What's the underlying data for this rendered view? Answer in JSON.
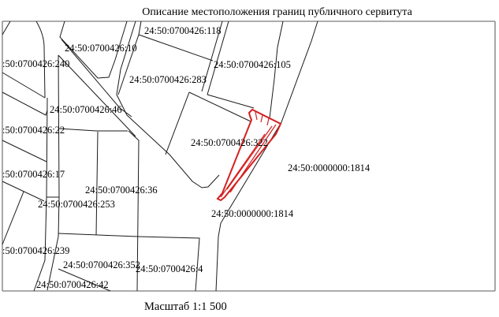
{
  "title": "Описание местоположения границ публичного сервитута",
  "scale_label": "Масштаб 1:1 500",
  "colors": {
    "parcel_line": "#1a1a1a",
    "frame": "#7a7a7a",
    "servitude_boundary": "#d42020"
  },
  "parcels": [
    {
      "id": "p118",
      "label": "24:50:0700426:118"
    },
    {
      "id": "p10",
      "label": "24:50:0700426:10"
    },
    {
      "id": "p240",
      "label": ":50:0700426:240"
    },
    {
      "id": "p105",
      "label": "24:50:0700426:105"
    },
    {
      "id": "p283",
      "label": "24:50:0700426:283"
    },
    {
      "id": "p46",
      "label": "24:50:0700426:46"
    },
    {
      "id": "p22",
      "label": ":50:0700426:22"
    },
    {
      "id": "p322",
      "label": "24:50:0700426:322"
    },
    {
      "id": "p1814a",
      "label": "24:50:0000000:1814"
    },
    {
      "id": "p17",
      "label": ":50:0700426:17"
    },
    {
      "id": "p36",
      "label": "24:50:0700426:36"
    },
    {
      "id": "p253",
      "label": "24:50:0700426:253"
    },
    {
      "id": "p1814b",
      "label": "24:50:0000000:1814"
    },
    {
      "id": "p239",
      "label": ":50:0700426:239"
    },
    {
      "id": "p352",
      "label": "24:50:0700426:352"
    },
    {
      "id": "p4",
      "label": "24:50:0700426:4"
    },
    {
      "id": "p42",
      "label": "24:50:0700426:42"
    }
  ]
}
